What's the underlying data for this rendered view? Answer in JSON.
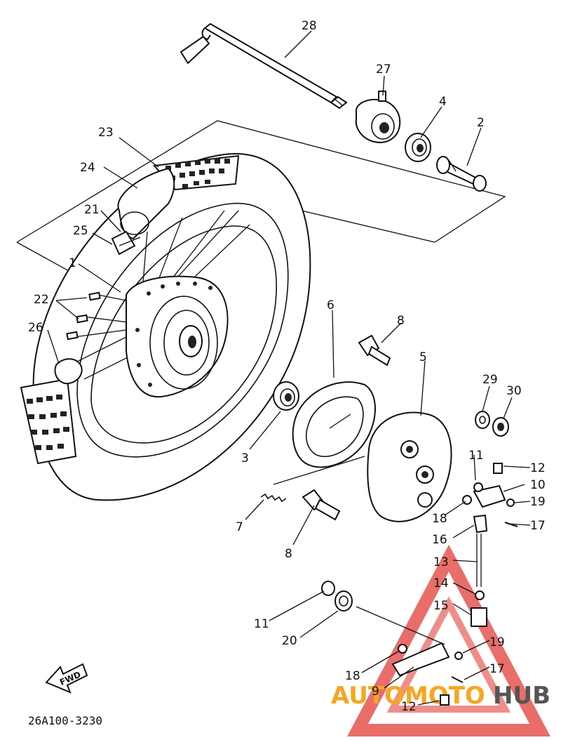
{
  "diagram": {
    "catalog_code": "26A100-3230",
    "direction_label": "FWD",
    "watermark": {
      "word_a": "AUTOMOTO",
      "word_b": "HUB",
      "color_a": "#f5a623",
      "color_b": "#e0312b"
    },
    "callouts": [
      {
        "id": "28",
        "text": "28"
      },
      {
        "id": "27",
        "text": "27"
      },
      {
        "id": "4",
        "text": "4"
      },
      {
        "id": "2",
        "text": "2"
      },
      {
        "id": "23",
        "text": "23"
      },
      {
        "id": "24",
        "text": "24"
      },
      {
        "id": "21",
        "text": "21"
      },
      {
        "id": "25",
        "text": "25"
      },
      {
        "id": "1",
        "text": "1"
      },
      {
        "id": "22",
        "text": "22"
      },
      {
        "id": "26",
        "text": "26"
      },
      {
        "id": "6",
        "text": "6"
      },
      {
        "id": "8a",
        "text": "8"
      },
      {
        "id": "5",
        "text": "5"
      },
      {
        "id": "29",
        "text": "29"
      },
      {
        "id": "30",
        "text": "30"
      },
      {
        "id": "3",
        "text": "3"
      },
      {
        "id": "11a",
        "text": "11"
      },
      {
        "id": "12a",
        "text": "12"
      },
      {
        "id": "10",
        "text": "10"
      },
      {
        "id": "19a",
        "text": "19"
      },
      {
        "id": "18a",
        "text": "18"
      },
      {
        "id": "17a",
        "text": "17"
      },
      {
        "id": "7",
        "text": "7"
      },
      {
        "id": "16",
        "text": "16"
      },
      {
        "id": "8b",
        "text": "8"
      },
      {
        "id": "13",
        "text": "13"
      },
      {
        "id": "14",
        "text": "14"
      },
      {
        "id": "15",
        "text": "15"
      },
      {
        "id": "11b",
        "text": "11"
      },
      {
        "id": "20",
        "text": "20"
      },
      {
        "id": "19b",
        "text": "19"
      },
      {
        "id": "18b",
        "text": "18"
      },
      {
        "id": "17b",
        "text": "17"
      },
      {
        "id": "9",
        "text": "9"
      },
      {
        "id": "12b",
        "text": "12"
      }
    ]
  }
}
